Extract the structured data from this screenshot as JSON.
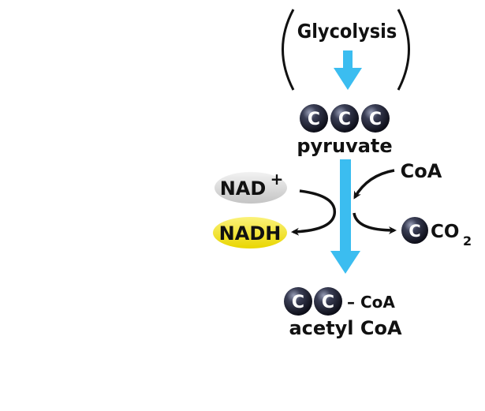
{
  "diagram": {
    "title": "Glycolysis",
    "start_molecule": {
      "label": "pyruvate",
      "carbons": 3,
      "atom_symbol": "C"
    },
    "cofactor_in": {
      "label": "NAD",
      "superscript": "+"
    },
    "cofactor_out": {
      "label": "NADH"
    },
    "coenzyme_in": {
      "label": "CoA"
    },
    "byproduct": {
      "atom_symbol": "C",
      "label": "CO",
      "subscript": "2"
    },
    "product": {
      "label": "acetyl CoA",
      "carbons": 2,
      "atom_symbol": "C",
      "suffix": "– CoA"
    },
    "colors": {
      "arrow_blue": "#3bbdf0",
      "carbon_dark": "#1c1e2e",
      "nad_fill": "#d8d8d8",
      "nadh_fill": "#f2e214"
    }
  }
}
